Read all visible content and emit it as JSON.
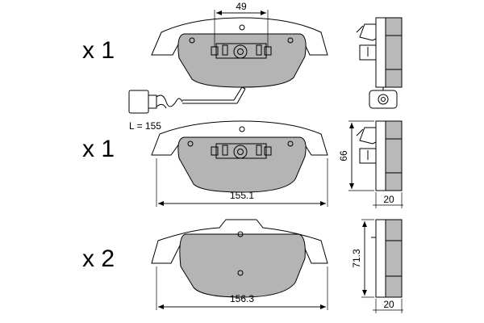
{
  "quantities": {
    "row1": "x 1",
    "row2": "x 1",
    "row3": "x 2"
  },
  "sensor": {
    "length_label": "L = 155"
  },
  "dimensions": {
    "sensor_width": "49",
    "pad_width_1": "155.1",
    "pad_height_1": "66",
    "thickness_1": "20",
    "pad_width_2": "156.3",
    "pad_height_2": "71.3",
    "thickness_2": "20"
  }
}
